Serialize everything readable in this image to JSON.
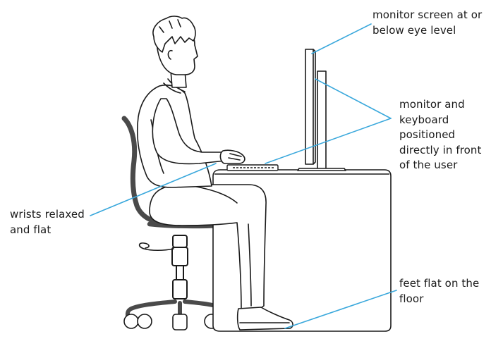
{
  "colors": {
    "ink": "#1a1a1a",
    "chair": "#4a4a4a",
    "leader": "#3aa8dc",
    "background": "#ffffff"
  },
  "callouts": {
    "monitor_height": {
      "line1": "monitor screen at or",
      "line2": "below eye level"
    },
    "positioning": {
      "line1": "monitor and",
      "line2": "keyboard",
      "line3": "positioned",
      "line4": "directly in front",
      "line5": "of the user"
    },
    "wrists": {
      "line1": "wrists relaxed",
      "line2": "and flat"
    },
    "feet": {
      "line1": "feet flat on the",
      "line2": "floor"
    }
  }
}
